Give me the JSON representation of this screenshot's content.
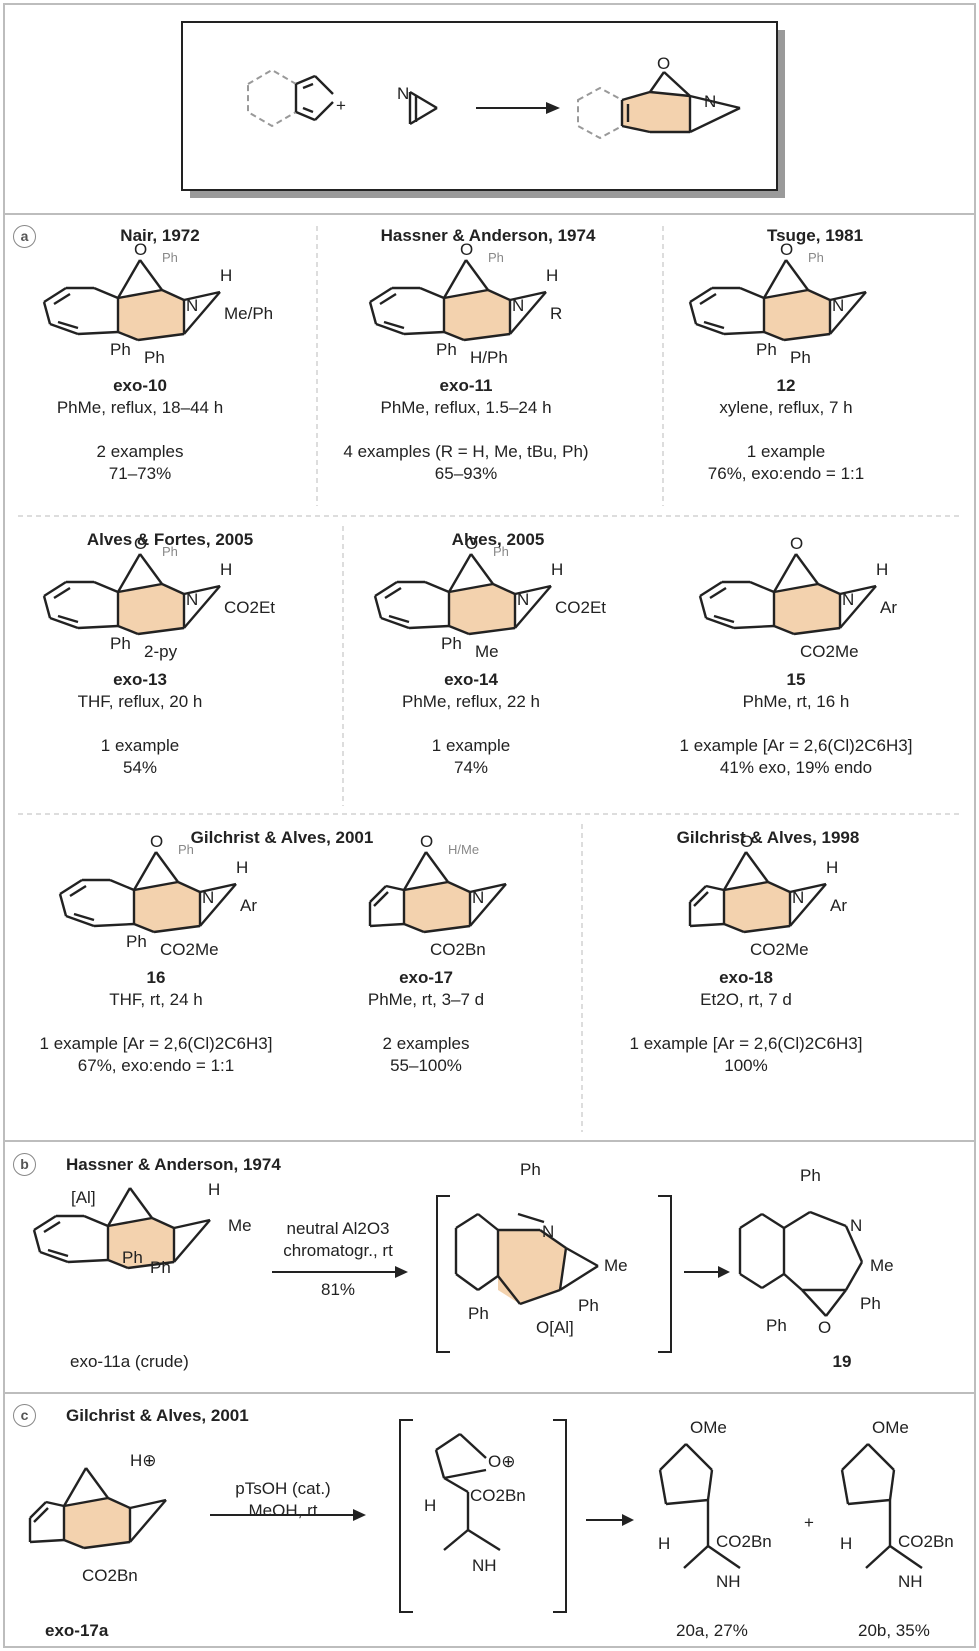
{
  "scheme": {
    "panel_a": {
      "badge": "a",
      "entries": [
        {
          "header": "Nair, 1972",
          "compound": "exo-10",
          "conditions": "PhMe, reflux, 18–44 h",
          "examples": "2 examples",
          "yield": "71–73%",
          "subst_top": "Ph",
          "subst_h": "H",
          "subst_r": "Me/Ph",
          "subst_b1": "Ph",
          "subst_b2": "Ph"
        },
        {
          "header": "Hassner & Anderson, 1974",
          "compound": "exo-11",
          "conditions": "PhMe, reflux, 1.5–24 h",
          "examples": "4 examples (R = H, Me, tBu, Ph)",
          "yield": "65–93%",
          "subst_top": "Ph",
          "subst_h": "H",
          "subst_r": "R",
          "subst_b1": "Ph",
          "subst_b2": "H/Ph"
        },
        {
          "header": "Tsuge, 1981",
          "compound": "12",
          "conditions": "xylene, reflux, 7 h",
          "examples": "1 example",
          "yield": "76%, exo:endo = 1:1",
          "subst_top": "Ph",
          "subst_b1": "Ph",
          "subst_b2": "Ph"
        },
        {
          "header": "Alves & Fortes, 2005",
          "compound": "exo-13",
          "conditions": "THF, reflux, 20 h",
          "examples": "1 example",
          "yield": "54%",
          "subst_top": "Ph",
          "subst_h": "H",
          "subst_r": "CO2Et",
          "subst_b1": "Ph",
          "subst_b2": "2-py"
        },
        {
          "header": "Alves, 2005",
          "compound": "exo-14",
          "conditions": "PhMe, reflux, 22 h",
          "examples": "1 example",
          "yield": "74%",
          "subst_top": "Ph",
          "subst_h": "H",
          "subst_r": "CO2Et",
          "subst_b1": "Ph",
          "subst_b2": "Me"
        },
        {
          "compound": "15",
          "conditions": "PhMe, rt, 16 h",
          "examples": "1 example [Ar = 2,6(Cl)2C6H3]",
          "yield": "41% exo, 19% endo",
          "subst_h": "H",
          "subst_r": "Ar",
          "subst_b2": "CO2Me"
        },
        {
          "header": "Gilchrist & Alves, 2001",
          "compound": "16",
          "conditions": "THF, rt, 24 h",
          "examples": "1 example [Ar = 2,6(Cl)2C6H3]",
          "yield": "67%, exo:endo = 1:1",
          "subst_top": "Ph",
          "subst_h": "H",
          "subst_r": "Ar",
          "subst_b1": "Ph",
          "subst_b2": "CO2Me"
        },
        {
          "compound": "exo-17",
          "conditions": "PhMe, rt, 3–7 d",
          "examples": "2 examples",
          "yield": "55–100%",
          "subst_top": "H/Me",
          "subst_b2": "CO2Bn"
        },
        {
          "header": "Gilchrist & Alves, 1998",
          "compound": "exo-18",
          "conditions": "Et2O, rt, 7 d",
          "examples": "1 example [Ar = 2,6(Cl)2C6H3]",
          "yield": "100%",
          "subst_h": "H",
          "subst_r": "Ar",
          "subst_b2": "CO2Me"
        }
      ]
    },
    "panel_b": {
      "badge": "b",
      "header": "Hassner & Anderson, 1974",
      "reagent_1": "neutral Al2O3",
      "reagent_2": "chromatogr., rt",
      "yield": "81%",
      "start_label": "exo-11a (crude)",
      "product_label": "19",
      "al_label": "[Al]",
      "oal_label": "O[Al]",
      "ph": "Ph",
      "me": "Me",
      "h": "H",
      "n": "N",
      "o": "O"
    },
    "panel_c": {
      "badge": "c",
      "header": "Gilchrist & Alves, 2001",
      "reagent_1": "pTsOH (cat.)",
      "reagent_2": "MeOH, rt",
      "start_label": "exo-17a",
      "prod_a": "20a, 27%",
      "prod_b": "20b, 35%",
      "plus": "+",
      "co2bn": "CO2Bn",
      "ome": "OMe",
      "nh": "NH",
      "h": "H",
      "hplus": "H⊕"
    },
    "top": {
      "plus": "+",
      "n": "N",
      "o": "O"
    }
  }
}
